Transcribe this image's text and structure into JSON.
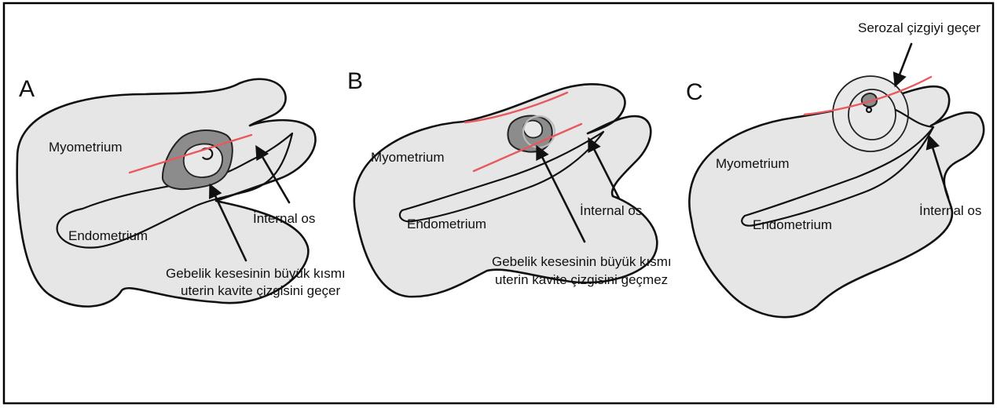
{
  "panels": [
    {
      "letter": "A",
      "labels": {
        "myometrium": "Myometrium",
        "endometrium": "Endometrium",
        "internal_os": "İnternal os"
      },
      "caption": [
        "Gebelik kesesinin büyük kısmı",
        "uterin kavite çizgisini geçer"
      ]
    },
    {
      "letter": "B",
      "labels": {
        "myometrium": "Myometrium",
        "endometrium": "Endometrium",
        "internal_os": "İnternal os"
      },
      "caption": [
        "Gebelik kesesinin büyük kısmı",
        "uterin kavite çizgisini geçmez"
      ]
    },
    {
      "letter": "C",
      "labels": {
        "myometrium": "Myometrium",
        "endometrium": "Endometrium",
        "internal_os": "İnternal os"
      },
      "caption": [
        "Serozal çizgiyi geçer"
      ]
    }
  ],
  "colors": {
    "tissue_fill": "#e6e6e6",
    "sac_fill": "#8c8c8c",
    "reference_line": "#e8595d",
    "outline": "#111111"
  }
}
